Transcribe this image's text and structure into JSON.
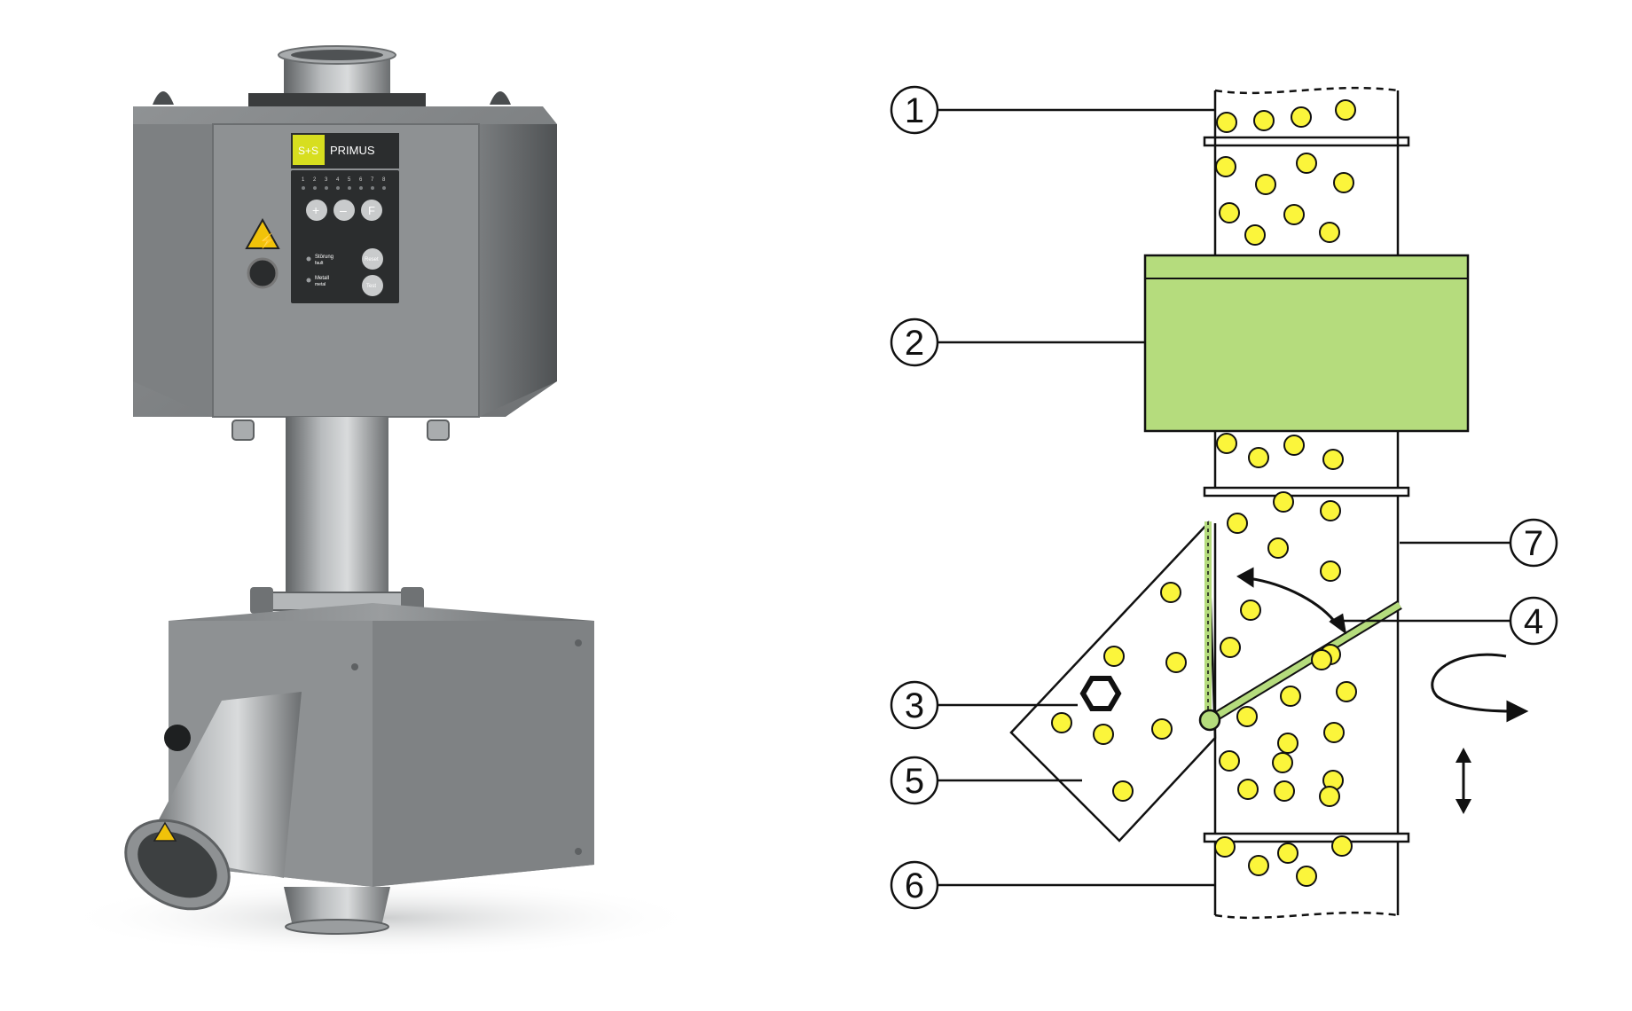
{
  "photo": {
    "brand_badge": "S+S",
    "model_name": "PRIMUS",
    "indicator_digits": [
      "1",
      "2",
      "3",
      "4",
      "5",
      "6",
      "7",
      "8"
    ],
    "keys": {
      "plus": "+",
      "minus": "–",
      "function": "F"
    },
    "status_labels": [
      {
        "title": "Störung",
        "sub": "fault"
      },
      {
        "title": "Metall",
        "sub": "metal"
      }
    ],
    "side_buttons": {
      "reset": "Reset",
      "test": "Test"
    },
    "warning_symbol": "⚡",
    "colors": {
      "panel": "#2b2d2e",
      "badge": "#d7de1f",
      "steel": "#8a8d8f"
    }
  },
  "diagram": {
    "callouts": [
      "1",
      "2",
      "3",
      "4",
      "5",
      "6",
      "7"
    ],
    "colors": {
      "detector": "#b5dc7d",
      "particle": "#fbf53b",
      "flap": "#b5dc7d",
      "stroke": "#111111"
    }
  }
}
